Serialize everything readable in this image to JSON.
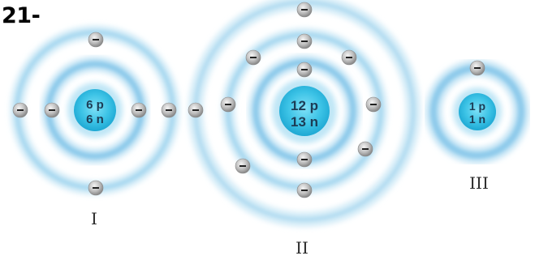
{
  "question_number": "21-",
  "atoms": [
    {
      "label": "I",
      "protons": "6 p",
      "neutrons": "6 n",
      "electron_shells": [
        2,
        4
      ]
    },
    {
      "label": "II",
      "protons": "12 p",
      "neutrons": "13 n",
      "electron_shells": [
        2,
        8,
        2
      ]
    },
    {
      "label": "III",
      "protons": "1 p",
      "neutrons": "1 n",
      "electron_shells": [
        1
      ]
    }
  ],
  "electron_symbol": "−",
  "colors": {
    "nucleus": "#3cc3e6",
    "shell": "#9fd4ee",
    "electron": "#b8b8b8",
    "text": "#1d3c55"
  }
}
